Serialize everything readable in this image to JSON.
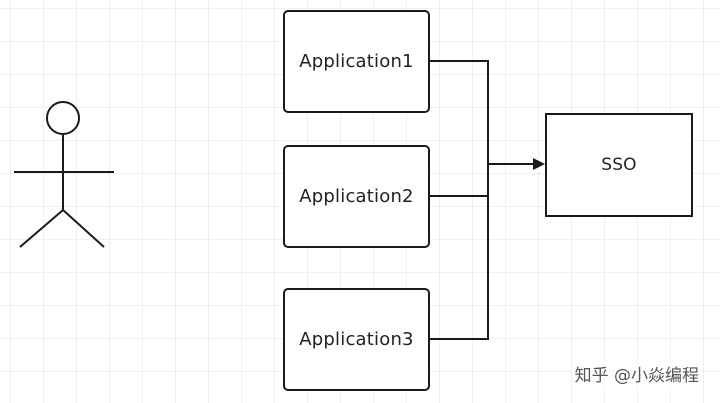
{
  "applications": [
    {
      "label": "Application1"
    },
    {
      "label": "Application2"
    },
    {
      "label": "Application3"
    }
  ],
  "sso": {
    "label": "SSO"
  },
  "actor": {
    "icon": "stick-figure-user-icon"
  },
  "watermark": {
    "text": "知乎 @小焱编程"
  },
  "colors": {
    "stroke": "#1a1a1a",
    "grid": "#efefef",
    "background": "#ffffff"
  }
}
